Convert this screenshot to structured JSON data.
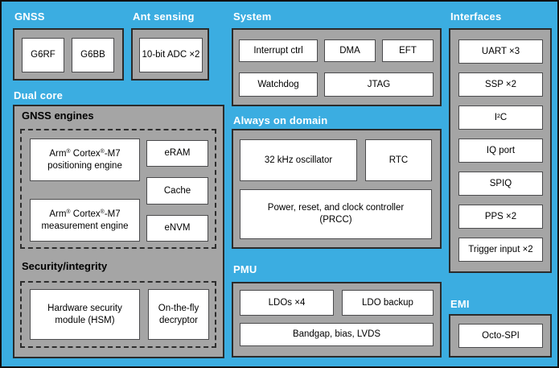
{
  "colors": {
    "background": "#3BADE1",
    "panel_fill": "#A5A5A5",
    "panel_border": "#2B2B2B",
    "block_fill": "#FFFFFF",
    "block_border": "#4B4B4D",
    "section_label_color": "#FFFFFF",
    "group_header_color": "#000000",
    "outer_border": "#111111"
  },
  "sections": {
    "gnss": {
      "label": "GNSS",
      "blocks": [
        "G6RF",
        "G6BB"
      ]
    },
    "ant_sensing": {
      "label": "Ant sensing",
      "blocks": [
        "10-bit ADC ×2"
      ]
    },
    "system": {
      "label": "System",
      "blocks": [
        "Interrupt ctrl",
        "DMA",
        "EFT",
        "Watchdog",
        "JTAG"
      ]
    },
    "interfaces": {
      "label": "Interfaces",
      "blocks": [
        "UART ×3",
        "SSP ×2",
        "I²C",
        "IQ port",
        "SPIQ",
        "PPS ×2",
        "Trigger input ×2"
      ]
    },
    "dual_core": {
      "label": "Dual core",
      "gnss_engines": {
        "header": "GNSS engines",
        "cpu_line1_parts": [
          "Arm",
          "®",
          " Cortex",
          "®",
          "-M7"
        ],
        "positioning_line2": "positioning engine",
        "measurement_line2": "measurement engine",
        "memory_blocks": [
          "eRAM",
          "Cache",
          "eNVM"
        ]
      },
      "security": {
        "header": "Security/integrity",
        "hsm_lines": [
          "Hardware security",
          "module (HSM)"
        ],
        "decryptor_lines": [
          "On-the-fly",
          "decryptor"
        ]
      }
    },
    "always_on": {
      "label": "Always on domain",
      "blocks": [
        "32 kHz oscillator",
        "RTC"
      ],
      "prcc_lines": [
        "Power, reset, and clock controller",
        "(PRCC)"
      ]
    },
    "pmu": {
      "label": "PMU",
      "blocks": [
        "LDOs ×4",
        "LDO backup",
        "Bandgap, bias, LVDS"
      ]
    },
    "emi": {
      "label": "EMI",
      "blocks": [
        "Octo-SPI"
      ]
    }
  }
}
